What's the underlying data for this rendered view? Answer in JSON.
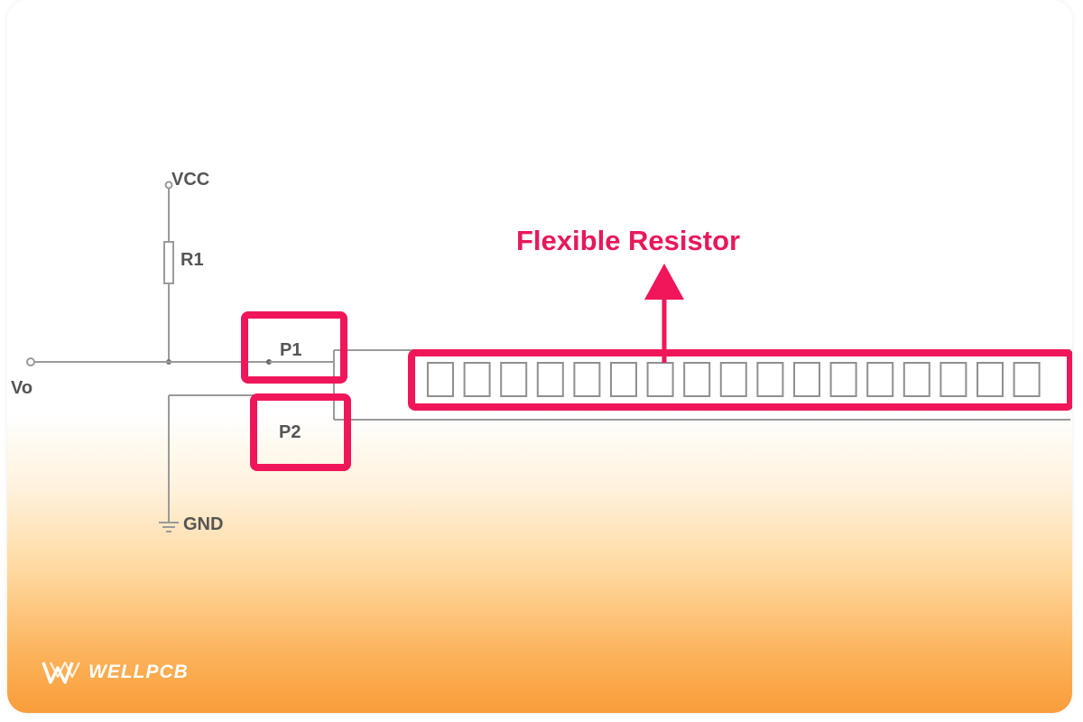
{
  "labels": {
    "vcc": "VCC",
    "r1": "R1",
    "vo": "Vo",
    "gnd": "GND",
    "p1": "P1",
    "p2": "P2"
  },
  "callout": {
    "text": "Flexible Resistor"
  },
  "brand": {
    "text": "WELLPCB"
  },
  "colors": {
    "highlight": "#f0165a",
    "wire": "#9a9a9a",
    "label": "#555555",
    "gradient_bottom": "#f99d3a"
  }
}
